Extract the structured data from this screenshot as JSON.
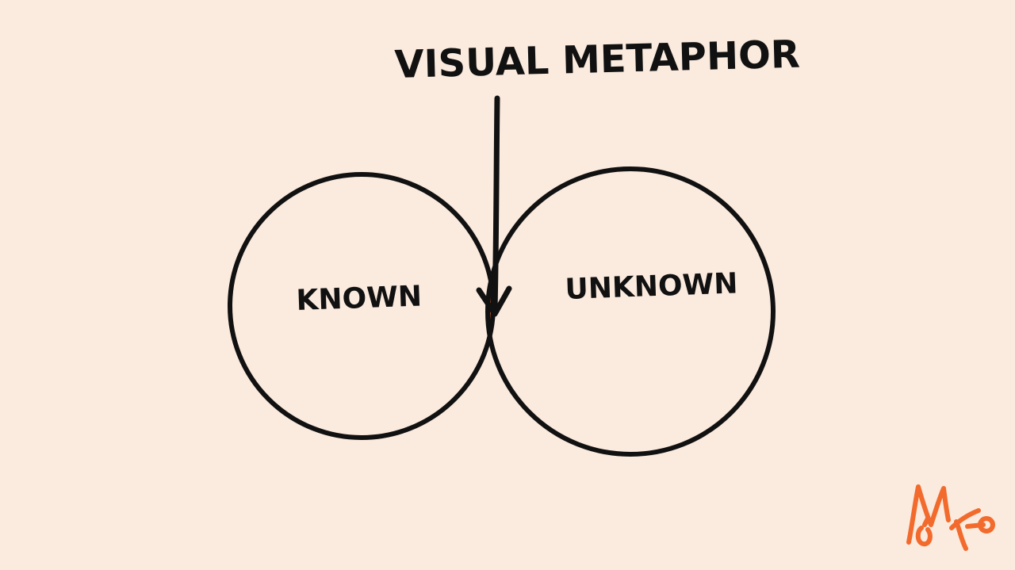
{
  "diagram": {
    "title": "VISUAL METAPHOR",
    "left_circle_label": "KNOWN",
    "right_circle_label": "UNKNOWN"
  },
  "colors": {
    "background": "#fbeade",
    "ink": "#111111",
    "accent": "#f26a2c"
  },
  "icons": {
    "arrow": "down-arrow-icon",
    "logo": "handwritten-logo-mark"
  }
}
